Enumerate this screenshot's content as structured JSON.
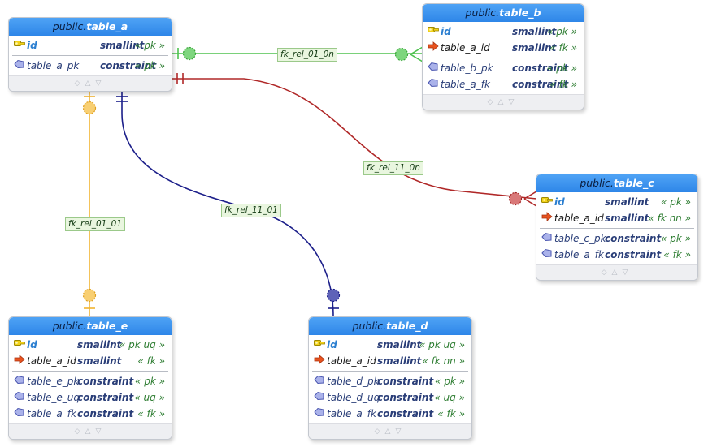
{
  "colors": {
    "green": "#4ec24e",
    "red": "#b02828",
    "navy": "#1c1f8a",
    "orange": "#f2b431",
    "header": "#3b93ef",
    "pk_icon": "#f2d21a",
    "fk_icon": "#e8531f",
    "constraint_icon": "#6a76c8"
  },
  "tables": {
    "table_a": {
      "schema": "public.",
      "name": "table_a",
      "columns": [
        {
          "name": "id",
          "type": "smallint",
          "tag": "« pk »",
          "icon": "key-icon"
        }
      ],
      "constraints": [
        {
          "name": "table_a_pk",
          "type": "constraint",
          "tag": "« pk »",
          "icon": "constraint-icon"
        }
      ]
    },
    "table_b": {
      "schema": "public.",
      "name": "table_b",
      "columns": [
        {
          "name": "id",
          "type": "smallint",
          "tag": "« pk »",
          "icon": "key-icon"
        },
        {
          "name": "table_a_id",
          "type": "smallint",
          "tag": "« fk »",
          "icon": "fk-arrow-icon"
        }
      ],
      "constraints": [
        {
          "name": "table_b_pk",
          "type": "constraint",
          "tag": "« pk »",
          "icon": "constraint-icon"
        },
        {
          "name": "table_a_fk",
          "type": "constraint",
          "tag": "« fk »",
          "icon": "constraint-icon"
        }
      ]
    },
    "table_c": {
      "schema": "public.",
      "name": "table_c",
      "columns": [
        {
          "name": "id",
          "type": "smallint",
          "tag": "« pk »",
          "icon": "key-icon"
        },
        {
          "name": "table_a_id",
          "type": "smallint",
          "tag": "« fk nn »",
          "icon": "fk-arrow-icon"
        }
      ],
      "constraints": [
        {
          "name": "table_c_pk",
          "type": "constraint",
          "tag": "« pk »",
          "icon": "constraint-icon"
        },
        {
          "name": "table_a_fk",
          "type": "constraint",
          "tag": "« fk »",
          "icon": "constraint-icon"
        }
      ]
    },
    "table_d": {
      "schema": "public.",
      "name": "table_d",
      "columns": [
        {
          "name": "id",
          "type": "smallint",
          "tag": "« pk uq »",
          "icon": "key-icon"
        },
        {
          "name": "table_a_id",
          "type": "smallint",
          "tag": "« fk nn »",
          "icon": "fk-arrow-icon"
        }
      ],
      "constraints": [
        {
          "name": "table_d_pk",
          "type": "constraint",
          "tag": "« pk »",
          "icon": "constraint-icon"
        },
        {
          "name": "table_d_uq",
          "type": "constraint",
          "tag": "« uq »",
          "icon": "constraint-icon"
        },
        {
          "name": "table_a_fk",
          "type": "constraint",
          "tag": "« fk »",
          "icon": "constraint-icon"
        }
      ]
    },
    "table_e": {
      "schema": "public.",
      "name": "table_e",
      "columns": [
        {
          "name": "id",
          "type": "smallint",
          "tag": "« pk uq »",
          "icon": "key-icon"
        },
        {
          "name": "table_a_id",
          "type": "smallint",
          "tag": "« fk »",
          "icon": "fk-arrow-icon"
        }
      ],
      "constraints": [
        {
          "name": "table_e_pk",
          "type": "constraint",
          "tag": "« pk »",
          "icon": "constraint-icon"
        },
        {
          "name": "table_e_uq",
          "type": "constraint",
          "tag": "« uq »",
          "icon": "constraint-icon"
        },
        {
          "name": "table_a_fk",
          "type": "constraint",
          "tag": "« fk »",
          "icon": "constraint-icon"
        }
      ]
    }
  },
  "footer_icons": [
    "diamond-icon",
    "triangle-up-icon",
    "triangle-down-icon"
  ],
  "relationships": [
    {
      "label": "fk_rel_01_0n",
      "from": "table_a",
      "to": "table_b",
      "color": "#4ec24e"
    },
    {
      "label": "fk_rel_11_0n",
      "from": "table_a",
      "to": "table_c",
      "color": "#b02828"
    },
    {
      "label": "fk_rel_11_01",
      "from": "table_a",
      "to": "table_d",
      "color": "#1c1f8a"
    },
    {
      "label": "fk_rel_01_01",
      "from": "table_a",
      "to": "table_e",
      "color": "#f2b431"
    }
  ]
}
